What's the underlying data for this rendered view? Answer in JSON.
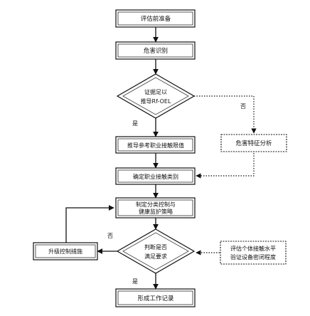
{
  "nodes": {
    "prep": "评估前准备",
    "hazard_id": "危害识别",
    "decision_oel_l1": "证据足以",
    "decision_oel_l2": "推导Rf-OEL",
    "derive_oel": "推导参考职业接触限值",
    "hazard_analysis": "危害特征分析",
    "exposure_category": "确定职业接触类别",
    "control_l1": "制定分类控制与",
    "control_l2": "健康监护策略",
    "upgrade": "升级控制措施",
    "decision_req_l1": "判断是否",
    "decision_req_l2": "满足要求",
    "assess_l1": "评估个体接触水平",
    "assess_l2": "验证设备密闭程度",
    "record": "形成工作记录"
  },
  "edge_labels": {
    "oel_no": "否",
    "oel_yes": "是",
    "req_no": "否",
    "req_yes": "是"
  }
}
